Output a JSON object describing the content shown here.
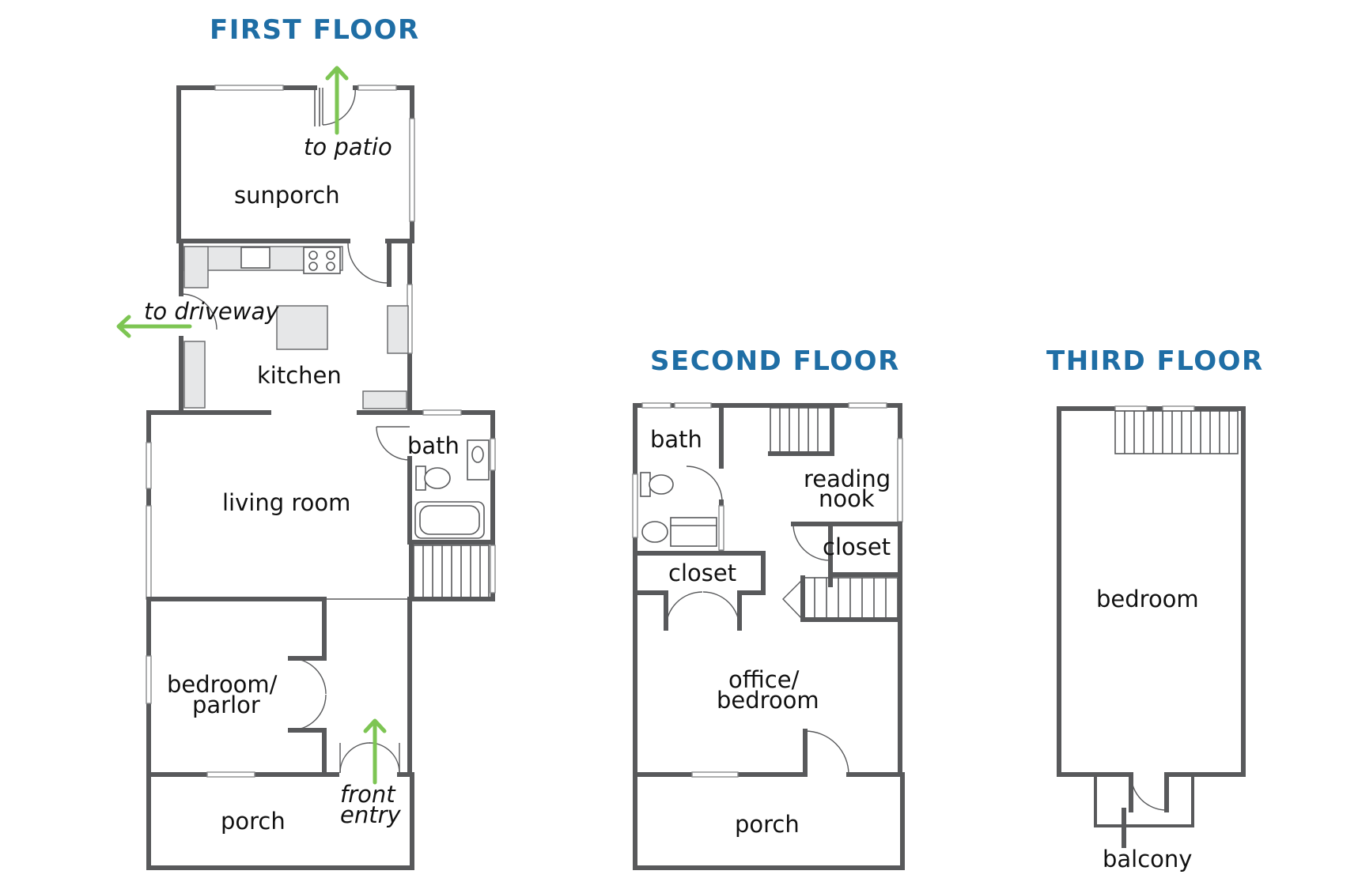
{
  "colors": {
    "title": "#1f6ea5",
    "wall": "#58595b",
    "arrow": "#7dc553",
    "text": "#111111"
  },
  "floors": {
    "first": {
      "title": "FIRST FLOOR",
      "rooms": {
        "sunporch": "sunporch",
        "kitchen": "kitchen",
        "bath": "bath",
        "living_room": "living room",
        "bedroom_parlor_line1": "bedroom/",
        "bedroom_parlor_line2": "parlor",
        "porch": "porch"
      },
      "notes": {
        "to_patio": "to patio",
        "to_driveway": "to driveway",
        "front_entry_line1": "front",
        "front_entry_line2": "entry"
      }
    },
    "second": {
      "title": "SECOND FLOOR",
      "rooms": {
        "bath": "bath",
        "reading_nook_line1": "reading",
        "reading_nook_line2": "nook",
        "closet_right": "closet",
        "closet_left": "closet",
        "office_line1": "office/",
        "office_line2": "bedroom",
        "porch": "porch"
      }
    },
    "third": {
      "title": "THIRD FLOOR",
      "rooms": {
        "bedroom": "bedroom",
        "balcony": "balcony"
      }
    }
  },
  "icons": [
    "arrow-up-icon",
    "arrow-left-icon",
    "toilet-icon",
    "sink-icon",
    "bathtub-icon",
    "stove-icon",
    "stairs-icon"
  ]
}
